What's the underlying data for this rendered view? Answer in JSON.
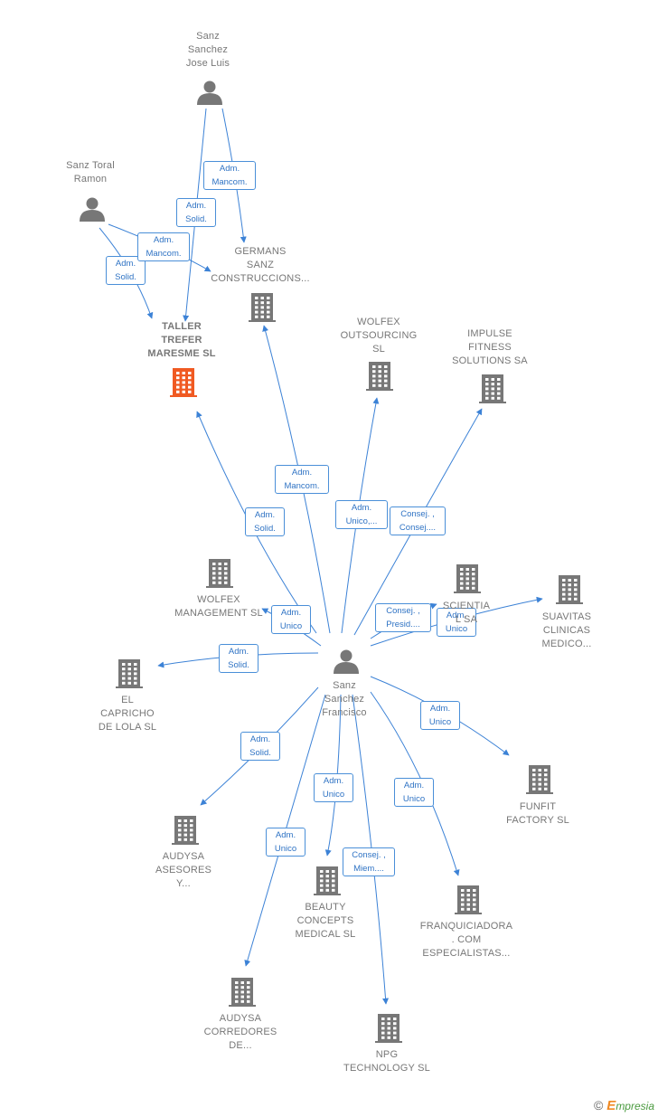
{
  "colors": {
    "edge": "#3c82d6",
    "icon": "#777777",
    "highlight": "#f05a22"
  },
  "nodes": [
    {
      "id": "jose",
      "kind": "person",
      "label": "Sanz\nSanchez\nJose Luis"
    },
    {
      "id": "toral",
      "kind": "person",
      "label": "Sanz Toral\nRamon"
    },
    {
      "id": "francisco",
      "kind": "person",
      "label": "Sanz\nSanchez\nFrancisco"
    },
    {
      "id": "taller",
      "kind": "company",
      "label": "TALLER\nTREFER\nMARESME  SL",
      "main": true
    },
    {
      "id": "germans",
      "kind": "company",
      "label": "GERMANS\nSANZ\nCONSTRUCCIONS..."
    },
    {
      "id": "wolfex_out",
      "kind": "company",
      "label": "WOLFEX\nOUTSOURCING\nSL"
    },
    {
      "id": "impulse",
      "kind": "company",
      "label": "IMPULSE\nFITNESS\nSOLUTIONS SA"
    },
    {
      "id": "wolfex_man",
      "kind": "company",
      "label": "WOLFEX\nMANAGEMENT SL"
    },
    {
      "id": "scientia",
      "kind": "company",
      "label": "SCIENTIA\nL SA"
    },
    {
      "id": "suavitas",
      "kind": "company",
      "label": "SUAVITAS\nCLINICAS\nMEDICO..."
    },
    {
      "id": "capricho",
      "kind": "company",
      "label": "EL\nCAPRICHO\nDE LOLA SL"
    },
    {
      "id": "funfit",
      "kind": "company",
      "label": "FUNFIT\nFACTORY  SL"
    },
    {
      "id": "aud_ases",
      "kind": "company",
      "label": "AUDYSA\nASESORES\nY..."
    },
    {
      "id": "beauty",
      "kind": "company",
      "label": "BEAUTY\nCONCEPTS\nMEDICAL  SL"
    },
    {
      "id": "franq",
      "kind": "company",
      "label": "FRANQUICIADORA\n. COM\nESPECIALISTAS..."
    },
    {
      "id": "aud_corr",
      "kind": "company",
      "label": "AUDYSA\nCORREDORES\nDE..."
    },
    {
      "id": "npg",
      "kind": "company",
      "label": "NPG\nTECHNOLOGY SL"
    }
  ],
  "edges": [
    {
      "from": "jose",
      "to": "taller",
      "label": "Adm.\nSolid."
    },
    {
      "from": "jose",
      "to": "germans",
      "label": "Adm.\nMancom."
    },
    {
      "from": "toral",
      "to": "taller",
      "label": "Adm.\nSolid."
    },
    {
      "from": "toral",
      "to": "germans",
      "label": "Adm.\nMancom."
    },
    {
      "from": "francisco",
      "to": "taller",
      "label": "Adm.\nSolid."
    },
    {
      "from": "francisco",
      "to": "germans",
      "label": "Adm.\nMancom."
    },
    {
      "from": "francisco",
      "to": "wolfex_out",
      "label": "Adm.\nUnico,..."
    },
    {
      "from": "francisco",
      "to": "impulse",
      "label": "Consej. ,\nConsej...."
    },
    {
      "from": "francisco",
      "to": "wolfex_man",
      "label": "Adm.\nUnico"
    },
    {
      "from": "francisco",
      "to": "scientia",
      "label": "Consej. ,\nPresid...."
    },
    {
      "from": "francisco",
      "to": "suavitas",
      "label": "Adm.\nUnico"
    },
    {
      "from": "francisco",
      "to": "capricho",
      "label": "Adm.\nSolid."
    },
    {
      "from": "francisco",
      "to": "funfit",
      "label": "Adm.\nUnico"
    },
    {
      "from": "francisco",
      "to": "aud_ases",
      "label": "Adm.\nSolid."
    },
    {
      "from": "francisco",
      "to": "beauty",
      "label": "Adm.\nUnico"
    },
    {
      "from": "francisco",
      "to": "franq",
      "label": "Adm.\nUnico"
    },
    {
      "from": "francisco",
      "to": "aud_corr",
      "label": "Adm.\nUnico"
    },
    {
      "from": "francisco",
      "to": "npg",
      "label": "Consej. ,\nMiem...."
    }
  ],
  "brand": {
    "copyright": "©",
    "name": "mpresia",
    "initial": "E"
  }
}
